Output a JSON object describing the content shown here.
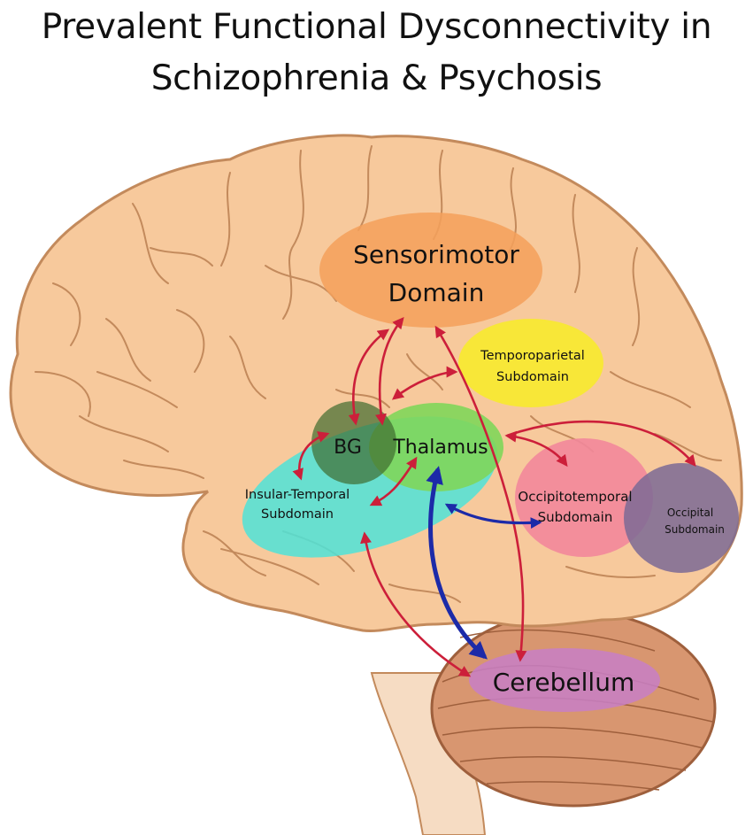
{
  "title": {
    "line1": "Prevalent Functional Dysconnectivity in",
    "line2": "Schizophrenia & Psychosis"
  },
  "regions": {
    "sensorimotor": {
      "line1": "Sensorimotor",
      "line2": "Domain",
      "color": "#f5a05a"
    },
    "temporoparietal": {
      "line1": "Temporoparietal",
      "line2": "Subdomain",
      "color": "#f7ea2e"
    },
    "bg": {
      "label": "BG",
      "color": "#3f6b2f"
    },
    "thalamus": {
      "label": "Thalamus",
      "color": "#7fd65a"
    },
    "insular_temporal": {
      "line1": "Insular-Temporal",
      "line2": "Subdomain",
      "color": "#4fe3d8"
    },
    "occipitotemporal": {
      "line1": "Occipitotemporal",
      "line2": "Subdomain",
      "color": "#f2879b"
    },
    "occipital": {
      "line1": "Occipital",
      "line2": "Subdomain",
      "color": "#7b6a95"
    },
    "cerebellum": {
      "label": "Cerebellum",
      "color": "#c87fc6"
    }
  },
  "colors": {
    "brain": "#f7c99c",
    "brain_outline": "#c38a5c",
    "cerebellum_tissue": "#d89670",
    "brainstem": "#f6dcc3",
    "arrow_red": "#cc1f3a",
    "arrow_blue": "#1c2aa8"
  }
}
